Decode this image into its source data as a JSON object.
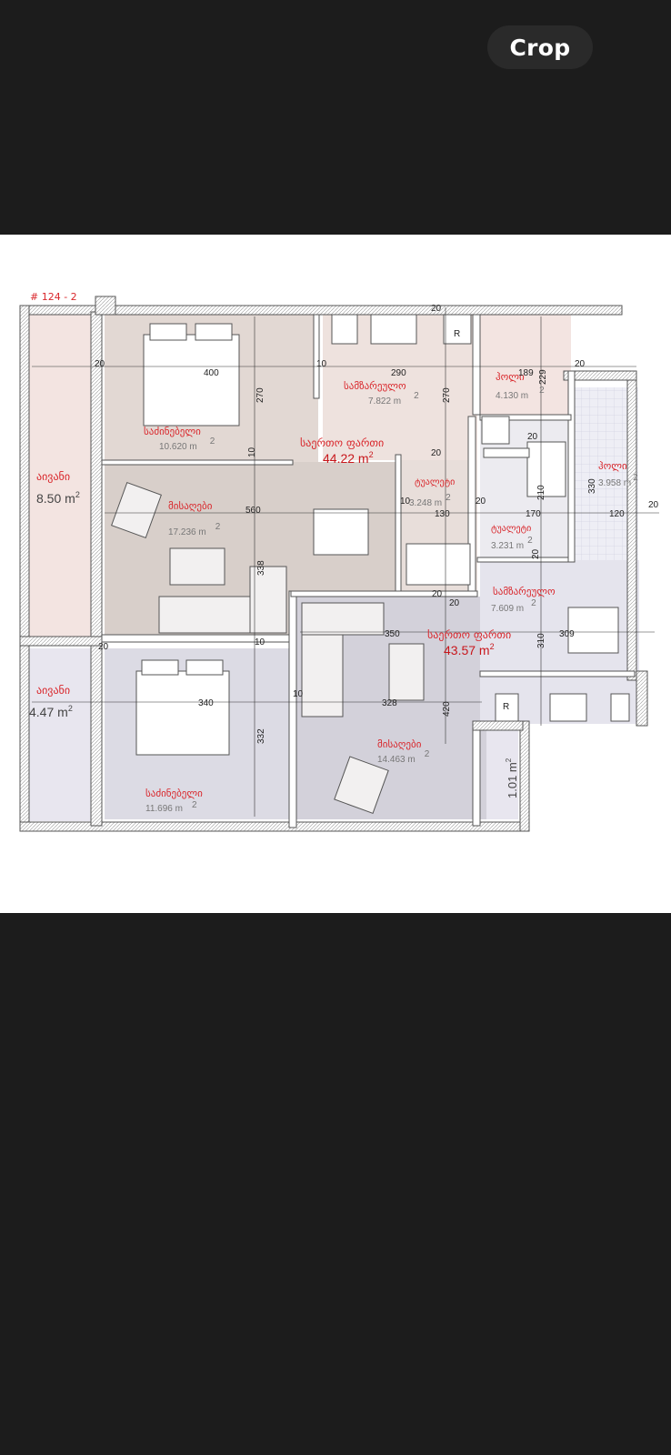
{
  "toolbar": {
    "crop_label": "Crop"
  },
  "plan": {
    "code": "# 124 - 2",
    "total_areas": [
      {
        "label": "საერთო ფართი",
        "value": "44.22 m",
        "sup": "2"
      },
      {
        "label": "საერთო ფართი",
        "value": "43.57 m",
        "sup": "2"
      }
    ],
    "balconies": [
      {
        "label": "აივანი",
        "value": "8.50 m",
        "sup": "2"
      },
      {
        "label": "აივანი",
        "value": "4.47 m",
        "sup": "2"
      },
      {
        "value": "1.01 m",
        "sup": "2"
      }
    ],
    "rooms": [
      {
        "label": "საძინებელი",
        "area": "10.620 m",
        "sup": "2"
      },
      {
        "label": "სამზარეულო",
        "area": "7.822 m",
        "sup": "2"
      },
      {
        "label": "ჰოლი",
        "area": "4.130 m",
        "sup": "2"
      },
      {
        "label": "მისაღები",
        "area": "17.236 m",
        "sup": "2"
      },
      {
        "label": "ტუალეტი",
        "area": "3.248 m",
        "sup": "2"
      },
      {
        "label": "ტუალეტი",
        "area": "3.231 m",
        "sup": "2"
      },
      {
        "label": "ჰოლი",
        "area": "3.958 m",
        "sup": "2"
      },
      {
        "label": "სამზარეულო",
        "area": "7.609 m",
        "sup": "2"
      },
      {
        "label": "საძინებელი",
        "area": "11.696 m",
        "sup": "2"
      },
      {
        "label": "მისაღები",
        "area": "14.463 m",
        "sup": "2"
      }
    ],
    "dimensions": [
      "20",
      "20",
      "400",
      "290",
      "10",
      "270",
      "20",
      "189",
      "229",
      "20",
      "270",
      "10",
      "20",
      "560",
      "338",
      "10",
      "130",
      "20",
      "170",
      "210",
      "120",
      "20",
      "330",
      "20",
      "10",
      "20",
      "350",
      "309",
      "20",
      "340",
      "10",
      "328",
      "420",
      "332",
      "310",
      "20",
      "R",
      "R"
    ]
  }
}
